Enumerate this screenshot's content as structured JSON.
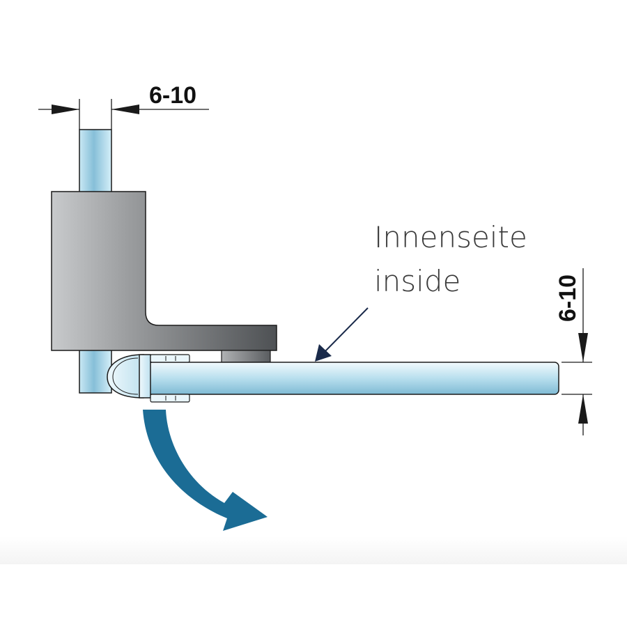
{
  "dimensions": {
    "top_width": "6-10",
    "right_thickness": "6-10"
  },
  "labels": {
    "german": "Innenseite",
    "english": "inside"
  },
  "colors": {
    "glass_edge": "#d8f0f8",
    "glass_mid": "#8fc5dc",
    "bracket_light": "#c4c6c8",
    "bracket_dark": "#55585b",
    "arrow_blue": "#1b6c95",
    "line": "#1a1a1a"
  },
  "icons": {
    "swing_arrow": "curved-arrow-icon"
  }
}
